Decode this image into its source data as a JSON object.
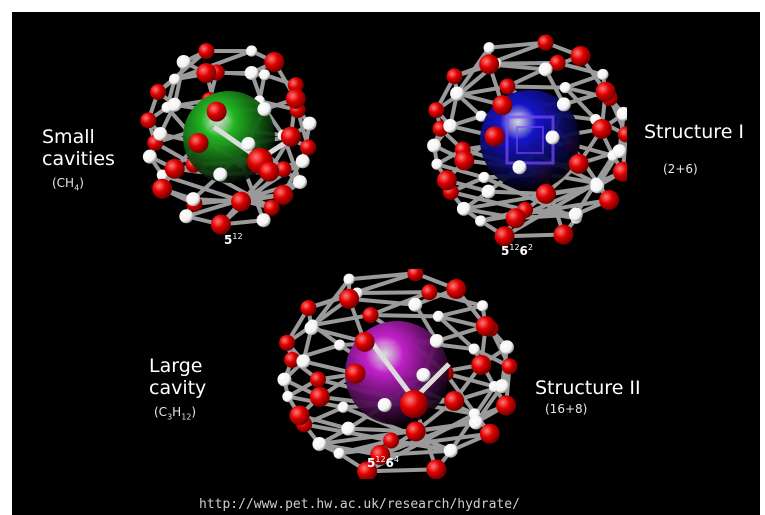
{
  "labels": {
    "small_title_line1": "Small",
    "small_title_line2": "cavities",
    "small_sub_base": "(CH",
    "small_sub_index": "4",
    "small_sub_end": ")",
    "cap_512_base": "5",
    "cap_512_sup": "12",
    "cap_51262_base1": "5",
    "cap_51262_sup1": "12",
    "cap_51262_base2": "6",
    "cap_51262_sup2": "2",
    "structure1_title": "Structure I",
    "structure1_sub": "(2+6)",
    "large_title_line1": "Large",
    "large_title_line2": "cavity",
    "large_sub_base1": "(C",
    "large_sub_index1": "3",
    "large_sub_base2": "H",
    "large_sub_index2": "12",
    "large_sub_end": ")",
    "cap_51264_base1": "5",
    "cap_51264_sup1": "12",
    "cap_51264_base2": "6",
    "cap_51264_sup2": "4",
    "structure2_title": "Structure II",
    "structure2_sub": "(16+8)"
  },
  "footer": {
    "url": "http://www.pet.hw.ac.uk/research/hydrate/"
  },
  "colors": {
    "background": "#000000",
    "oxygen": "#e00000",
    "hydrogen": "#f2f2f2",
    "bond": "#9a9a9a",
    "guest_small": "#22b522",
    "guest_medium": "#1414c8",
    "guest_large": "#c020c8"
  },
  "icons": {
    "cage_small": "dodecahedral-water-cage-icon",
    "cage_medium": "tetrakaidecahedral-water-cage-icon",
    "cage_large": "hexakaidecahedral-water-cage-icon"
  }
}
